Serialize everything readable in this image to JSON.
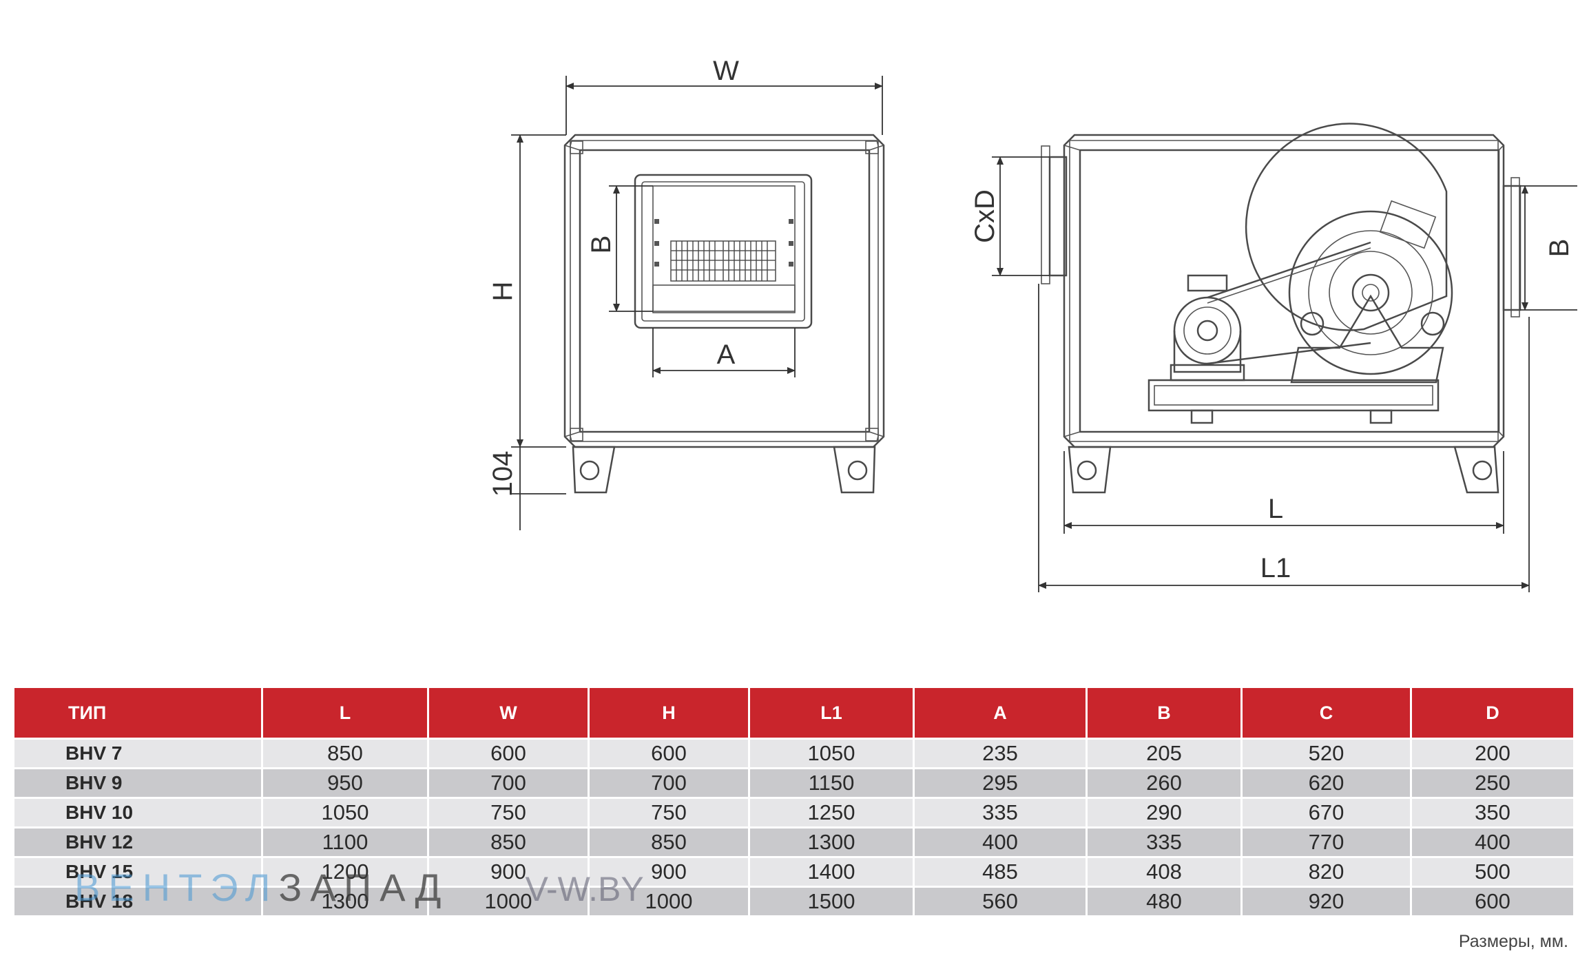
{
  "dimension_labels": {
    "W": "W",
    "H": "H",
    "leg": "104",
    "A": "A",
    "B_front": "B",
    "CxD": "CxD",
    "B_side": "B",
    "L": "L",
    "L1": "L1"
  },
  "table": {
    "headers": [
      "ТИП",
      "L",
      "W",
      "H",
      "L1",
      "A",
      "B",
      "C",
      "D"
    ],
    "rows": [
      [
        "BHV 7",
        "850",
        "600",
        "600",
        "1050",
        "235",
        "205",
        "520",
        "200"
      ],
      [
        "BHV 9",
        "950",
        "700",
        "700",
        "1150",
        "295",
        "260",
        "620",
        "250"
      ],
      [
        "BHV 10",
        "1050",
        "750",
        "750",
        "1250",
        "335",
        "290",
        "670",
        "350"
      ],
      [
        "BHV 12",
        "1100",
        "850",
        "850",
        "1300",
        "400",
        "335",
        "770",
        "400"
      ],
      [
        "BHV 15",
        "1200",
        "900",
        "900",
        "1400",
        "485",
        "408",
        "820",
        "500"
      ],
      [
        "BHV 18",
        "1300",
        "1000",
        "1000",
        "1500",
        "560",
        "480",
        "920",
        "600"
      ]
    ]
  },
  "note": "Размеры, мм.",
  "watermark": {
    "part1": "ВЕНТЭЛ",
    "part2": "ЗАПАД",
    "part3": "V-W.BY"
  },
  "colors": {
    "header_red": "#c9252c",
    "row_light": "#e6e6e8",
    "row_dark": "#c9c9cc"
  }
}
